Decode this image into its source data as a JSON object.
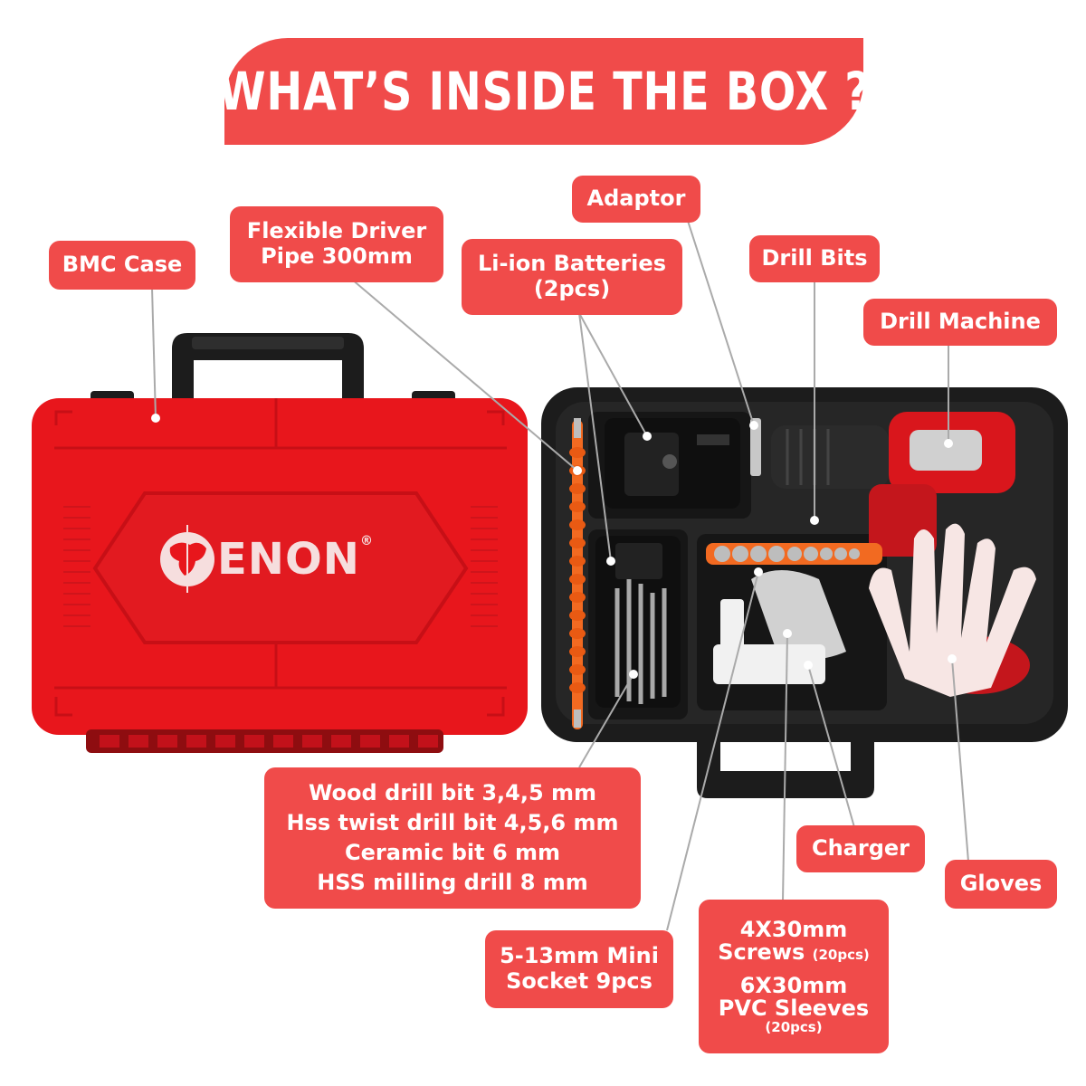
{
  "banner": {
    "title": "WHAT’S INSIDE THE BOX ?"
  },
  "brand": {
    "name": "ENON",
    "registered": "®"
  },
  "labels": {
    "bmc_case": "BMC Case",
    "flexible_driver": [
      "Flexible Driver",
      "Pipe 300mm"
    ],
    "batteries": [
      "Li-ion Batteries",
      "(2pcs)"
    ],
    "adaptor": "Adaptor",
    "drill_bits": "Drill Bits",
    "drill_machine": "Drill Machine",
    "bit_set": [
      "Wood drill bit 3,4,5 mm",
      "Hss twist drill bit 4,5,6 mm",
      "Ceramic bit 6 mm",
      "HSS milling drill 8 mm"
    ],
    "charger": "Charger",
    "gloves": "Gloves",
    "mini_socket": [
      "5-13mm Mini",
      "Socket 9pcs"
    ],
    "screws": {
      "line1": "4X30mm",
      "line2": "Screws",
      "qty": "(20pcs)"
    },
    "sleeves": {
      "line1": "6X30mm",
      "line2": "PVC Sleeves",
      "qty": "(20pcs)"
    }
  },
  "colors": {
    "accent": "#f04b4a",
    "case_red": "#e8161c",
    "case_black": "#1c1c1c"
  }
}
